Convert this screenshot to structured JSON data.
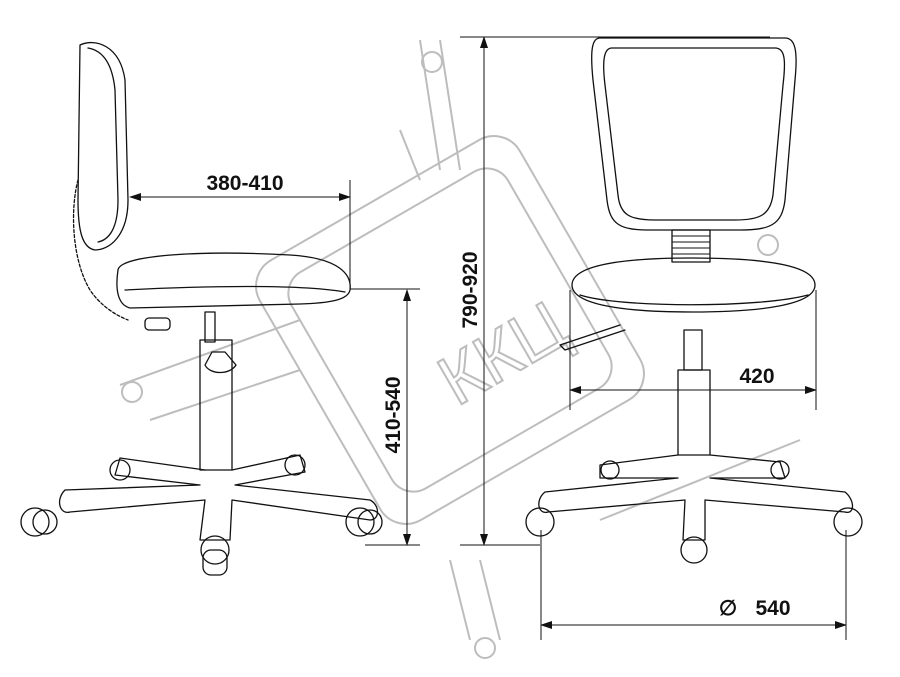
{
  "title": "Chair dimensions drawing",
  "dimensions": {
    "seat_depth": "380-410",
    "seat_height": "410-540",
    "total_height": "790-920",
    "seat_width": "420",
    "base_diameter": "540",
    "diameter_symbol": "∅"
  },
  "watermark": "ККЦ"
}
